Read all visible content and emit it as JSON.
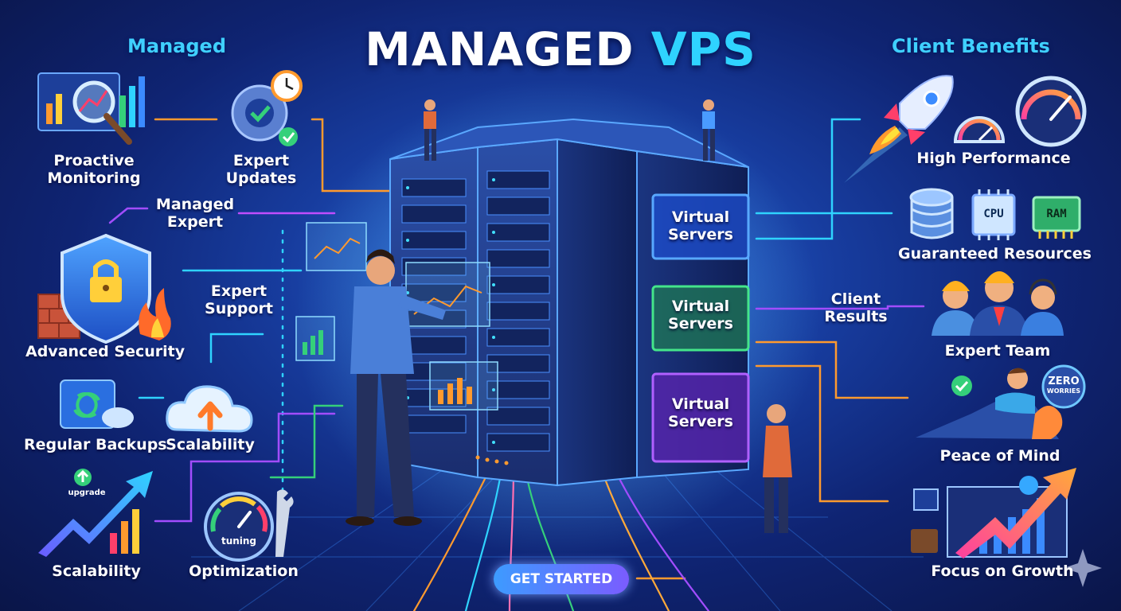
{
  "title": {
    "part1": "MANAGED",
    "part2": "VPS"
  },
  "sections": {
    "left": "Managed",
    "right": "Client Benefits"
  },
  "left_items": {
    "proactive_monitoring": {
      "line1": "Proactive",
      "line2": "Monitoring",
      "icon": "magnifier-chart-icon"
    },
    "expert_updates": {
      "line1": "Expert",
      "line2": "Updates",
      "icon": "gear-clock-icon"
    },
    "managed_expert": {
      "line1": "Managed",
      "line2": "Expert"
    },
    "advanced_security": {
      "label": "Advanced Security",
      "icon": "shield-lock-icon"
    },
    "expert_support": {
      "line1": "Expert",
      "line2": "Support"
    },
    "regular_backups": {
      "label": "Regular Backups",
      "icon": "backup-icon"
    },
    "scalability_cloud": {
      "label": "Scalability",
      "icon": "cloud-upload-icon"
    },
    "scalability_upgrade": {
      "label": "Scalability",
      "badge": "upgrade",
      "icon": "growth-arrow-icon"
    },
    "optimization": {
      "label": "Optimization",
      "badge": "tuning",
      "icon": "gauge-wrench-icon"
    }
  },
  "virtual_servers": [
    {
      "line1": "Virtual",
      "line2": "Servers",
      "color": "#3b8bff"
    },
    {
      "line1": "Virtual",
      "line2": "Servers",
      "color": "#35d07a"
    },
    {
      "line1": "Virtual",
      "line2": "Servers",
      "color": "#a24dff"
    }
  ],
  "right_items": {
    "high_performance": {
      "label": "High Performance",
      "icon": "rocket-icon"
    },
    "guaranteed_resources": {
      "label": "Guaranteed Resources",
      "cpu": "CPU",
      "ram": "RAM"
    },
    "client_results": {
      "line1": "Client",
      "line2": "Results"
    },
    "expert_team": {
      "label": "Expert Team",
      "icon": "team-icon"
    },
    "peace_of_mind": {
      "label": "Peace of Mind",
      "badge_line1": "ZERO",
      "badge_line2": "WORRIES"
    },
    "focus_on_growth": {
      "label": "Focus on Growth",
      "icon": "growth-chart-icon"
    }
  },
  "cta": {
    "label": "GET STARTED"
  },
  "colors": {
    "background": "#0f2473",
    "accent": "#2fd3ff",
    "orange": "#ff9a2e",
    "purple": "#a24dff",
    "green": "#35d07a"
  }
}
